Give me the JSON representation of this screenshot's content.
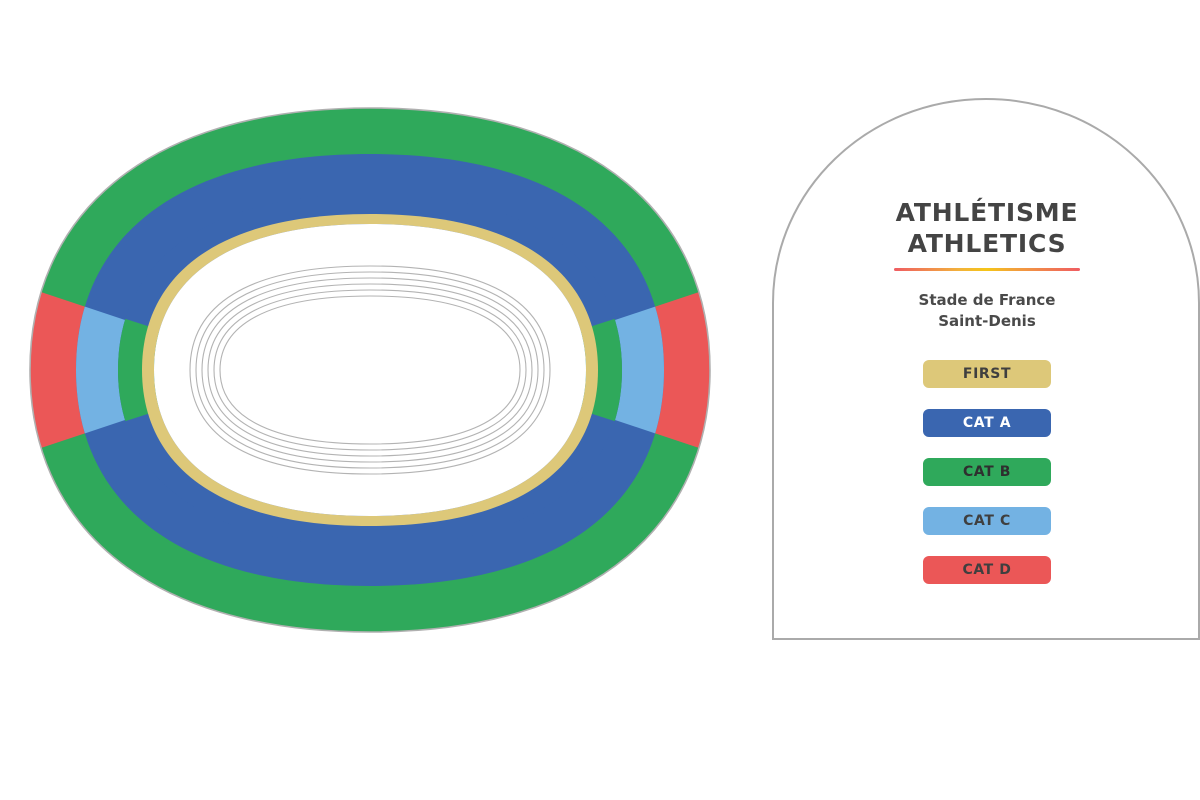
{
  "panel": {
    "title_fr": "ATHLÉTISME",
    "title_en": "ATHLETICS",
    "venue_name": "Stade de France",
    "venue_city": "Saint-Denis",
    "divider_gradient": "linear-gradient(90deg, #ef5c62 0%, #f2b23c 35%, #f5c518 50%, #f2a03c 65%, #ef5c62 100%)",
    "border_color": "#aaaaaa"
  },
  "legend": {
    "items": [
      {
        "label": "FIRST",
        "color": "#ddc879",
        "text_color": "#3f3f3f"
      },
      {
        "label": "CAT A",
        "color": "#3a66b0",
        "text_color": "#ffffff"
      },
      {
        "label": "CAT B",
        "color": "#2fa95b",
        "text_color": "#2f2f2f"
      },
      {
        "label": "CAT C",
        "color": "#73b2e3",
        "text_color": "#3f3f3f"
      },
      {
        "label": "CAT D",
        "color": "#eb5757",
        "text_color": "#3f3f3f"
      }
    ]
  },
  "map": {
    "view_label": "stadium-seating-map",
    "outline_color": "#b0b0b0",
    "field_color": "#ffffff",
    "track_line_color": "#b3b3b3",
    "track_lane_count": 6,
    "rings": [
      {
        "name": "outer-side",
        "category": "CAT B",
        "color": "#2fa95b"
      },
      {
        "name": "outer-end",
        "category": "CAT D",
        "color": "#eb5757"
      },
      {
        "name": "mid-end",
        "category": "CAT C",
        "color": "#73b2e3"
      },
      {
        "name": "mid-side",
        "category": "CAT A",
        "color": "#3a66b0"
      },
      {
        "name": "inner-end",
        "category": "CAT B",
        "color": "#2fa95b"
      },
      {
        "name": "premium-band",
        "category": "FIRST",
        "color": "#ddc879"
      },
      {
        "name": "inner-side",
        "category": "CAT A",
        "color": "#3a66b0"
      }
    ]
  }
}
